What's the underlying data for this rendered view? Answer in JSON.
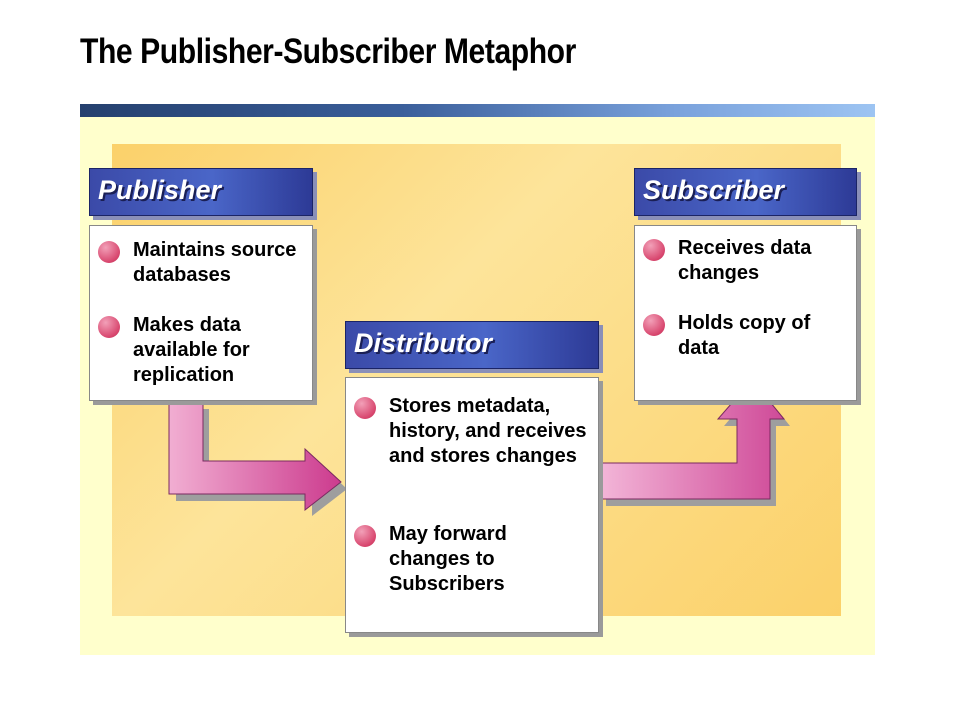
{
  "title": "The Publisher-Subscriber Metaphor",
  "publisher": {
    "label": "Publisher",
    "items": [
      "Maintains source databases",
      "Makes data available for replication"
    ]
  },
  "distributor": {
    "label": "Distributor",
    "items": [
      "Stores metadata, history, and receives and stores changes",
      "May forward changes to Subscribers"
    ]
  },
  "subscriber": {
    "label": "Subscriber",
    "items": [
      "Receives data changes",
      "Holds copy of data"
    ]
  },
  "colors": {
    "header": "#3b4aa8",
    "panel": "#fbd16a",
    "arrow": "#d8609a",
    "bullet": "#d8466e"
  }
}
